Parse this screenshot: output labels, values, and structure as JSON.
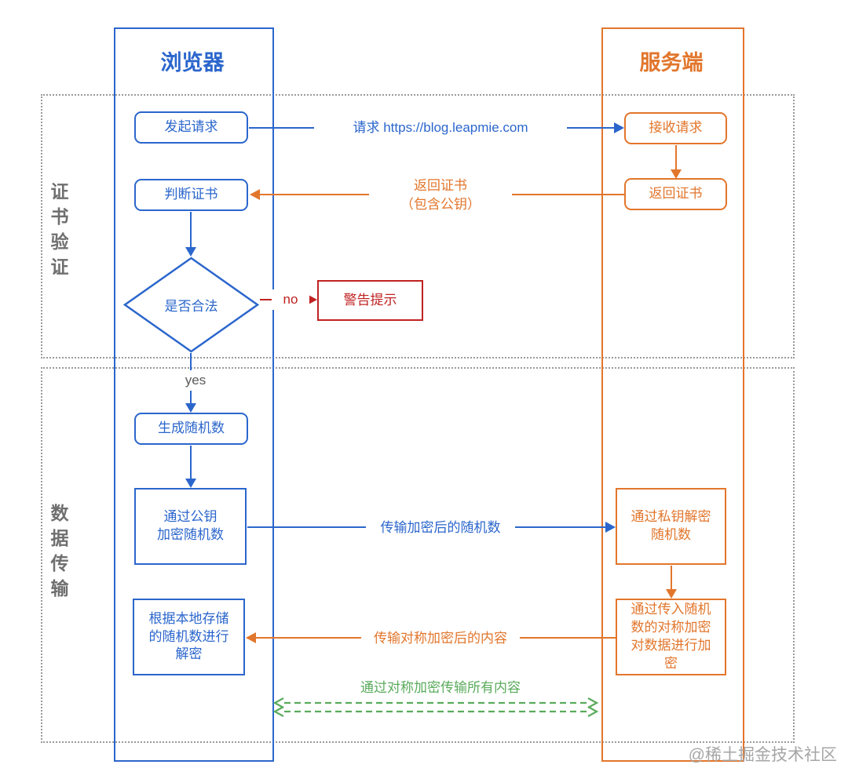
{
  "colors": {
    "blue": "#2b66cc",
    "orange": "#e2762c",
    "red": "#c02222",
    "green": "#5aab5c",
    "gray": "#6f6f6f",
    "wmgray": "#a6a6a6"
  },
  "lanes": {
    "browser": {
      "title": "浏览器"
    },
    "server": {
      "title": "服务端"
    }
  },
  "sections": {
    "cert": {
      "label": "证书验证"
    },
    "data": {
      "label": "数据传输"
    }
  },
  "nodes": {
    "send_request": {
      "label": "发起请求"
    },
    "receive_request": {
      "label": "接收请求"
    },
    "return_cert": {
      "label": "返回证书"
    },
    "judge_cert": {
      "label": "判断证书"
    },
    "is_valid": {
      "label": "是否合法"
    },
    "warning": {
      "label": "警告提示"
    },
    "gen_random": {
      "label": "生成随机数"
    },
    "encrypt_random": {
      "label": "通过公钥\n加密随机数"
    },
    "decrypt_random": {
      "label": "通过私钥解密\n随机数"
    },
    "sym_encrypt": {
      "label": "通过传入随机\n数的对称加密\n对数据进行加\n密"
    },
    "local_decrypt": {
      "label": "根据本地存储\n的随机数进行\n解密"
    }
  },
  "edges": {
    "request_url": {
      "label": "请求 https://blog.leapmie.com"
    },
    "return_cert": {
      "label": "返回证书\n（包含公钥）"
    },
    "no": {
      "label": "no"
    },
    "yes": {
      "label": "yes"
    },
    "transfer_random": {
      "label": "传输加密后的随机数"
    },
    "transfer_content": {
      "label": "传输对称加密后的内容"
    },
    "sym_channel": {
      "label": "通过对称加密传输所有内容"
    }
  },
  "watermark": "@稀土掘金技术社区"
}
